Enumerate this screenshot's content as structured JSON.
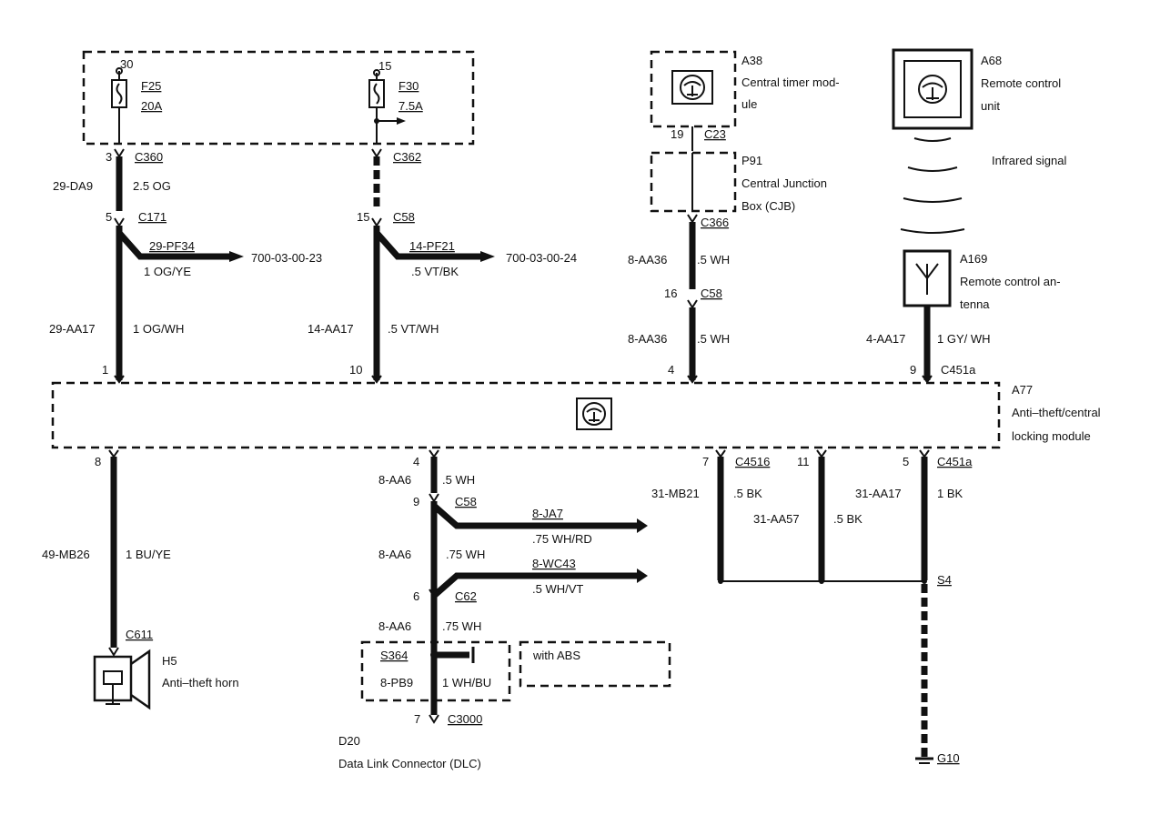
{
  "power_box": {
    "f25": {
      "pin": "30",
      "name": "F25",
      "rating": "20A"
    },
    "f30": {
      "pin": "15",
      "name": "F30",
      "rating": "7.5A"
    }
  },
  "col1": {
    "c360_pin": "3",
    "c360": "C360",
    "wire_top": "29-DA9",
    "wire_top_size": "2.5 OG",
    "c171_pin": "5",
    "c171": "C171",
    "branch_wire": "29-PF34",
    "branch_color": "1 OG/YE",
    "branch_ref": "700-03-00-23",
    "wire_low": "29-AA17",
    "wire_low_color": "1 OG/WH",
    "pin_bottom": "1"
  },
  "col2": {
    "c362": "C362",
    "c58_pin": "15",
    "c58": "C58",
    "branch_wire": "14-PF21",
    "branch_color": ".5 VT/BK",
    "branch_ref": "700-03-00-24",
    "wire_low": "14-AA17",
    "wire_low_color": ".5 VT/WH",
    "pin_bottom": "10"
  },
  "timer": {
    "id": "A38",
    "desc_l1": "Central timer mod-",
    "desc_l2": "ule",
    "pin": "19",
    "conn": "C23"
  },
  "cjb": {
    "id": "P91",
    "desc_l1": "Central Junction",
    "desc_l2": "Box (CJB)",
    "conn": "C366",
    "wire": "8-AA36",
    "color": ".5 WH",
    "pin16": "16",
    "conn58": "C58",
    "wire2": "8-AA36",
    "color2": ".5 WH",
    "pin_bottom": "4"
  },
  "remote": {
    "id": "A68",
    "desc_l1": "Remote control",
    "desc_l2": "unit",
    "signal": "Infrared signal"
  },
  "antenna": {
    "id": "A169",
    "desc_l1": "Remote control an-",
    "desc_l2": "tenna",
    "wire": "4-AA17",
    "color": "1 GY/ WH",
    "pin": "9",
    "conn": "C451a"
  },
  "module": {
    "id": "A77",
    "desc_l1": "Anti–theft/central",
    "desc_l2": "locking module"
  },
  "horn": {
    "pin": "8",
    "wire": "49-MB26",
    "color": "1 BU/YE",
    "conn": "C611",
    "id": "H5",
    "desc": "Anti–theft horn"
  },
  "dlc_branch": {
    "pin4": "4",
    "wire1": "8-AA6",
    "color1": ".5 WH",
    "pin9": "9",
    "conn58": "C58",
    "ja7": "8-JA7",
    "ja7_color": ".75 WH/RD",
    "wire2": "8-AA6",
    "color2": ".75 WH",
    "wc43": "8-WC43",
    "wc43_color": ".5 WH/VT",
    "pin6": "6",
    "conn62": "C62",
    "wire3": "8-AA6",
    "color3": ".75 WH",
    "splice": "S364",
    "abs": "with ABS",
    "pb9": "8-PB9",
    "pb9_color": "1 WH/BU",
    "pin7": "7",
    "conn3000": "C3000",
    "id": "D20",
    "desc": "Data Link Connector (DLC)"
  },
  "grounds": {
    "pin7": "7",
    "conn4516": "C4516",
    "mb21": "31-MB21",
    "mb21_color": ".5 BK",
    "pin11": "11",
    "aa57": "31-AA57",
    "aa57_color": ".5 BK",
    "pin5": "5",
    "conn451a": "C451a",
    "aa17": "31-AA17",
    "aa17_color": "1 BK",
    "splice": "S4",
    "ground": "G10"
  }
}
